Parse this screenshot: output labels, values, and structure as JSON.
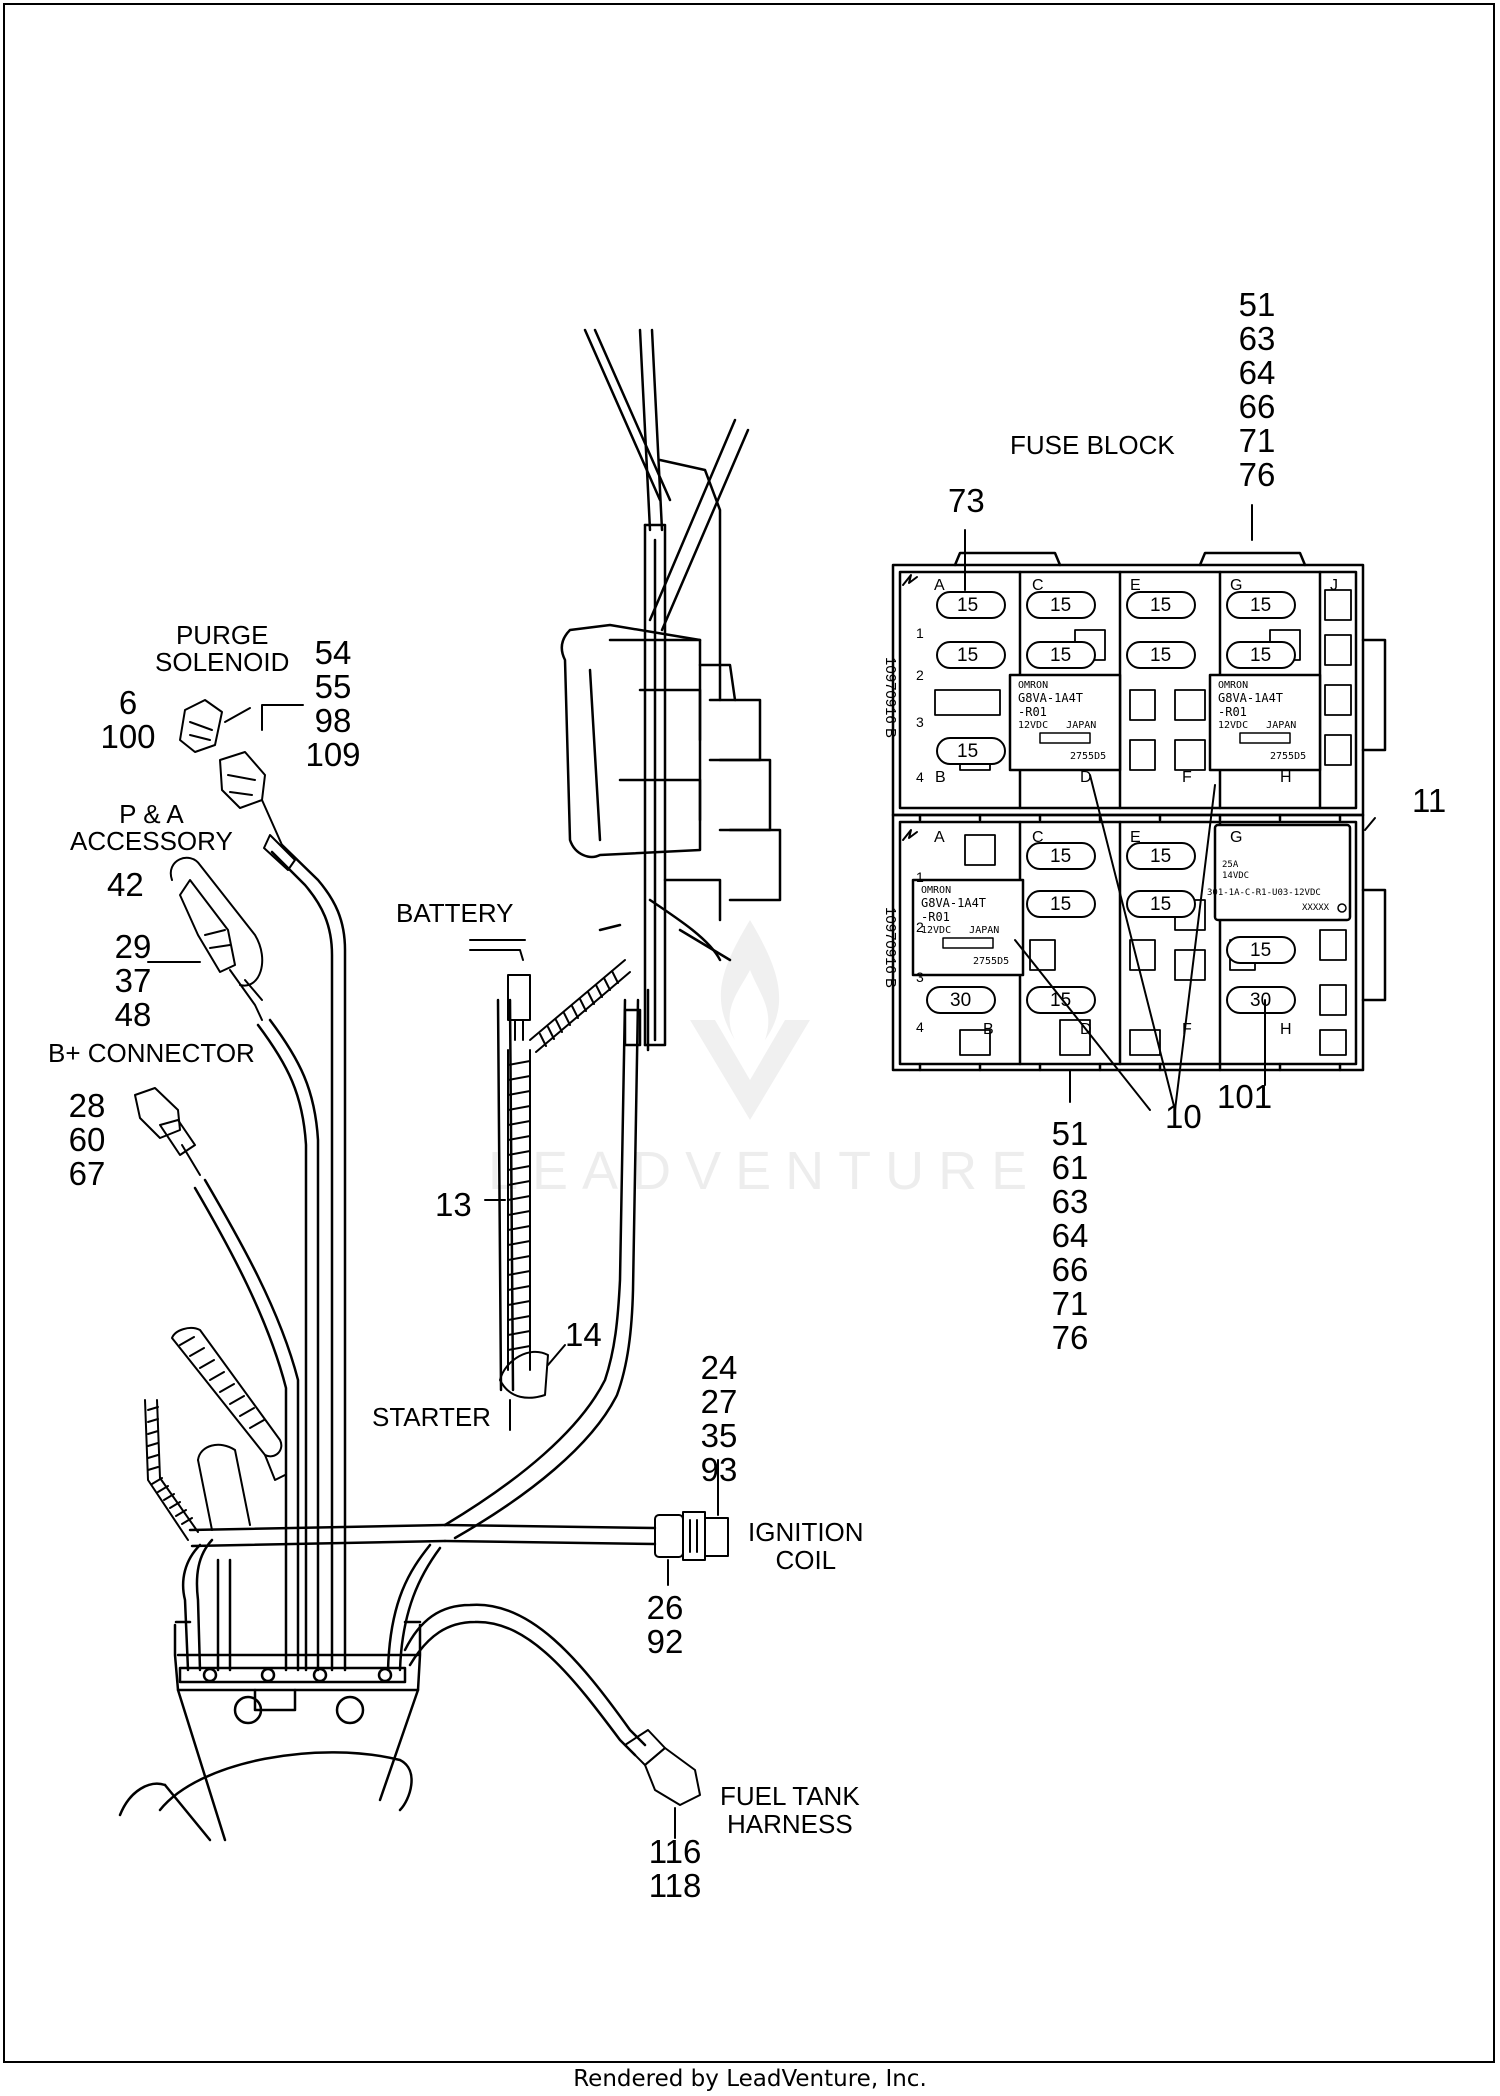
{
  "labels": {
    "fuse_block": "FUSE BLOCK",
    "purge_solenoid": "PURGE\nSOLENOID",
    "pa_accessory": "P & A\nACCESSORY",
    "battery": "BATTERY",
    "b_connector": "B+ CONNECTOR",
    "starter": "STARTER",
    "ignition_coil": "IGNITION\nCOIL",
    "fuel_tank_harness": "FUEL TANK\nHARNESS"
  },
  "callouts": {
    "fuse_block_top": [
      "51",
      "63",
      "64",
      "66",
      "71",
      "76"
    ],
    "fuse_block_bottom": [
      "51",
      "61",
      "63",
      "64",
      "66",
      "71",
      "76"
    ],
    "c73": "73",
    "c11": "11",
    "c10": "10",
    "c101": "101",
    "purge_left": [
      "6",
      "100"
    ],
    "purge_right": [
      "54",
      "55",
      "98",
      "109"
    ],
    "c42": "42",
    "pa_group": [
      "29",
      "37",
      "48"
    ],
    "b_group": [
      "28",
      "60",
      "67"
    ],
    "c13": "13",
    "c14": "14",
    "ignition_top": [
      "24",
      "27",
      "35",
      "93"
    ],
    "ignition_bottom": [
      "26",
      "92"
    ],
    "fuel_bottom": [
      "116",
      "118"
    ]
  },
  "fuse_block": {
    "upper": {
      "columns": [
        "A",
        "C",
        "E",
        "G",
        "J"
      ],
      "rows": [
        "1",
        "2",
        "3",
        "4"
      ],
      "bottom_letters": [
        "B",
        "D",
        "F",
        "H"
      ],
      "side_text": "10970916 B",
      "fuses": [
        "15",
        "15",
        "15",
        "15",
        "15",
        "15",
        "15",
        "15",
        "15"
      ]
    },
    "lower": {
      "columns": [
        "A",
        "C",
        "E",
        "G"
      ],
      "rows": [
        "1",
        "2",
        "3",
        "4"
      ],
      "bottom_letters": [
        "B",
        "D",
        "F",
        "H"
      ],
      "side_text": "10970916 B",
      "fuses": [
        "15",
        "15",
        "15",
        "15",
        "15",
        "30",
        "15",
        "30"
      ]
    },
    "relay": {
      "brand": "OMRON",
      "model": "G8VA-1A4T",
      "suffix": "-R01",
      "voltage": "12VDC",
      "origin": "JAPAN",
      "code": "2755D5"
    },
    "relay_11": {
      "line1": "25A",
      "line2": "14VDC",
      "part": "301-1A-C-R1-U03-12VDC",
      "code": "XXXXX"
    }
  },
  "footer": "Rendered by LeadVenture, Inc.",
  "watermark": "LEADVENTURE"
}
